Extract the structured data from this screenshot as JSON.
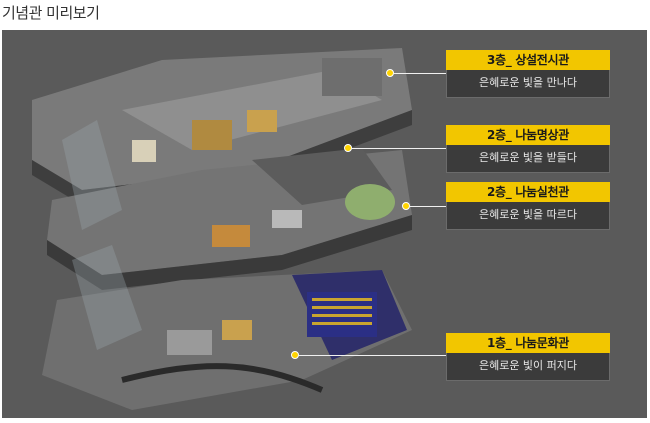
{
  "page": {
    "title": "기념관 미리보기"
  },
  "colors": {
    "accent": "#f2c600",
    "panel": "#3b3b3b",
    "stage": "#5a5a5a"
  },
  "floors": [
    {
      "id": "3f",
      "title": "3층_ 상설전시관",
      "subtitle": "은혜로운 빛을 만나다"
    },
    {
      "id": "2f-a",
      "title": "2층_ 나눔명상관",
      "subtitle": "은혜로운 빛을 받들다"
    },
    {
      "id": "2f-b",
      "title": "2층_ 나눔실천관",
      "subtitle": "은혜로운 빛을 따르다"
    },
    {
      "id": "1f",
      "title": "1층_ 나눔문화관",
      "subtitle": "은혜로운 빛이 퍼지다"
    }
  ]
}
